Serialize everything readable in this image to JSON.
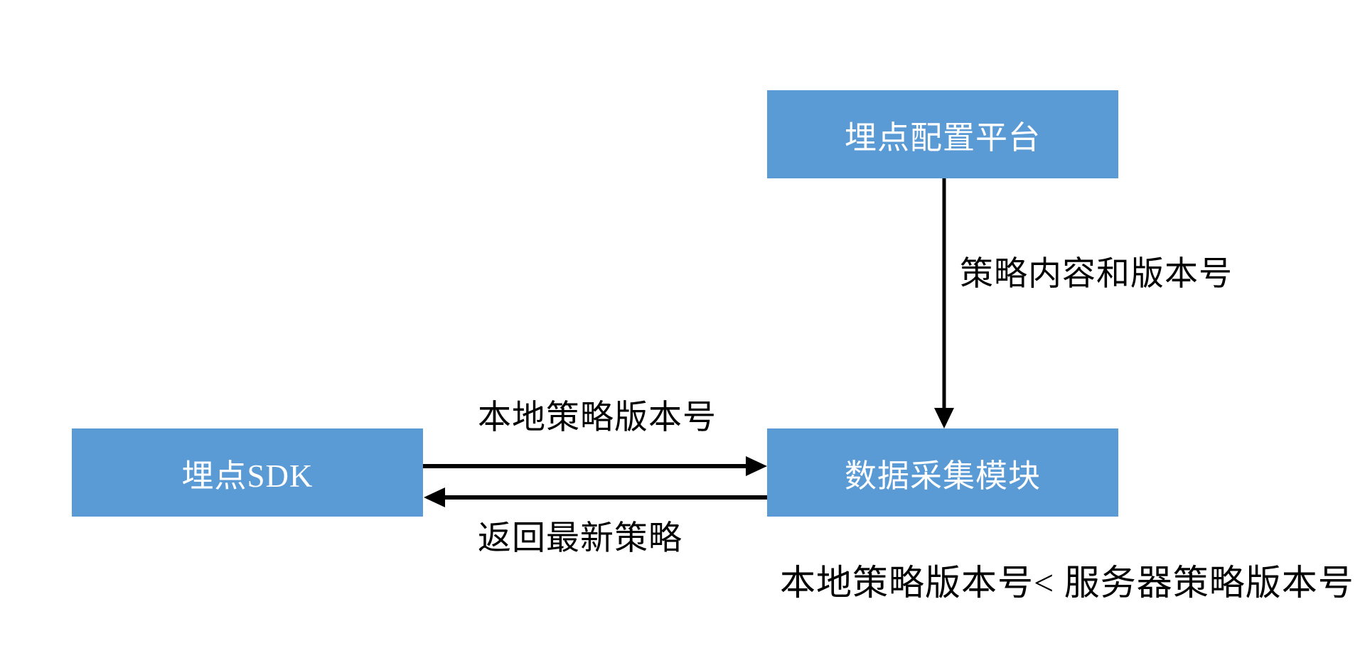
{
  "diagram": {
    "nodes": {
      "config_platform": {
        "label": "埋点配置平台"
      },
      "sdk": {
        "label": "埋点SDK"
      },
      "collector": {
        "label": "数据采集模块"
      }
    },
    "edges": {
      "config_to_collector": {
        "label": "策略内容和版本号",
        "direction": "down"
      },
      "sdk_to_collector": {
        "label": "本地策略版本号",
        "direction": "right"
      },
      "collector_to_sdk": {
        "label": "返回最新策略",
        "direction": "left"
      }
    },
    "annotation": {
      "condition": "本地策略版本号< 服务器策略版本号"
    },
    "colors": {
      "node_fill": "#5b9bd5",
      "node_text": "#ffffff",
      "arrow": "#000000",
      "label_text": "#000000",
      "background": "#ffffff"
    }
  }
}
